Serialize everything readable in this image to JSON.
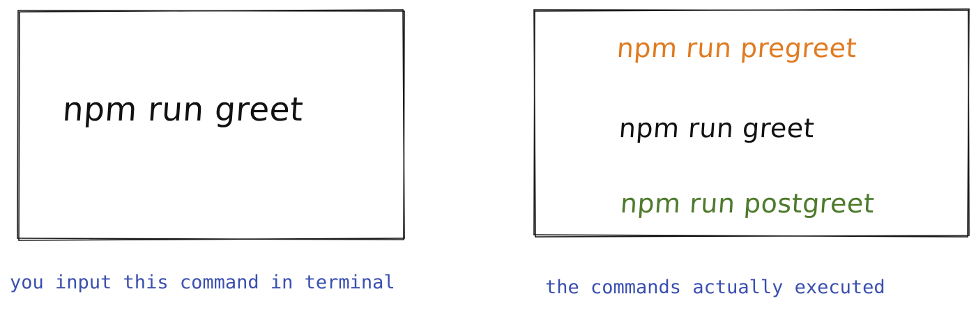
{
  "left_panel": {
    "command": "npm run greet",
    "caption": "you input this command in terminal"
  },
  "right_panel": {
    "commands": [
      {
        "text": "npm run pregreet",
        "color": "#e07b22"
      },
      {
        "text": "npm run greet",
        "color": "#111111"
      },
      {
        "text": "npm run postgreet",
        "color": "#4e7a2c"
      }
    ],
    "caption": "the commands actually executed"
  },
  "colors": {
    "caption": "#3a4fb0",
    "frame": "#1a1a1a",
    "command": "#111111"
  }
}
